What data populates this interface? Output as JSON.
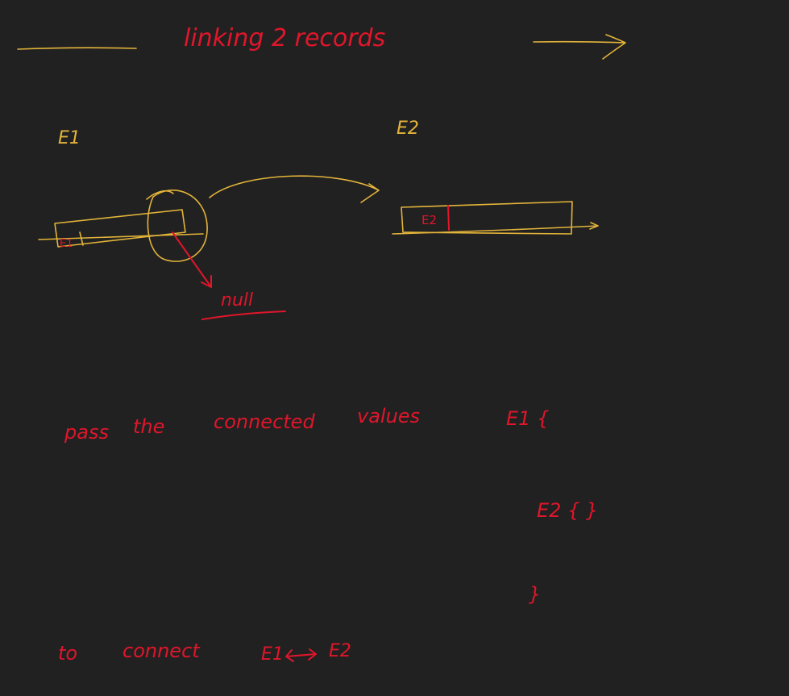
{
  "title": "linking 2 records",
  "labels": {
    "e1_top": "E1",
    "e2_top": "E2",
    "e1_cell": "E1",
    "e2_cell": "E2",
    "null": "null"
  },
  "notes": {
    "line1_words": [
      "pass",
      "the",
      "connected",
      "values"
    ],
    "code_open": "E1 {",
    "code_inner": "E2 { }",
    "code_close": "}",
    "bottom_prefix_words": [
      "to",
      "connect"
    ],
    "bottom_left": "E1",
    "bottom_right": "E2"
  },
  "colors": {
    "background": "#212121",
    "red_ink": "#e0162b",
    "yellow_ink": "#e3b43a"
  }
}
